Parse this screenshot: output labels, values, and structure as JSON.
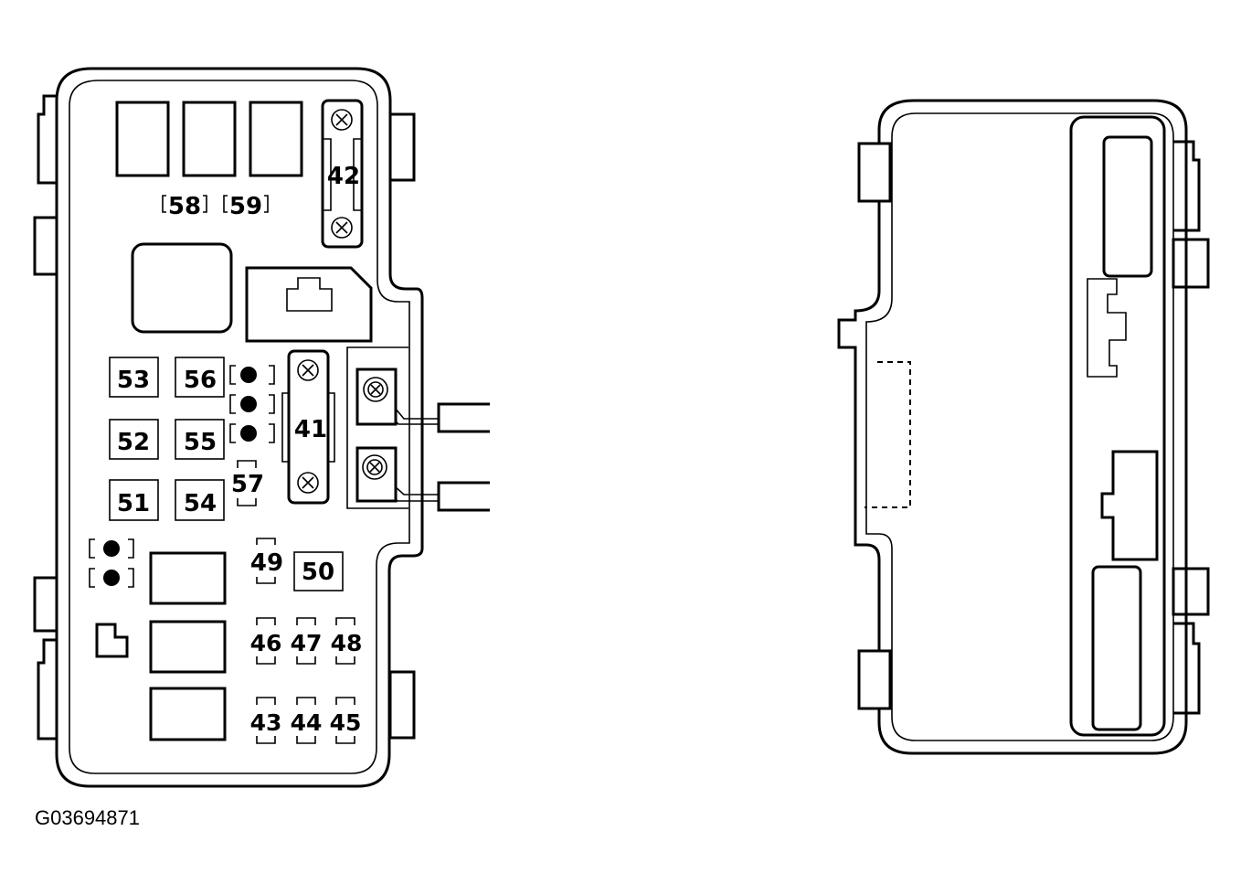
{
  "figure_code": "G03694871",
  "fuses": {
    "f41": "41",
    "f42": "42",
    "f43": "43",
    "f44": "44",
    "f45": "45",
    "f46": "46",
    "f47": "47",
    "f48": "48",
    "f49": "49",
    "f50": "50",
    "f51": "51",
    "f52": "52",
    "f53": "53",
    "f54": "54",
    "f55": "55",
    "f56": "56",
    "f57": "57",
    "f58": "58",
    "f59": "59"
  }
}
